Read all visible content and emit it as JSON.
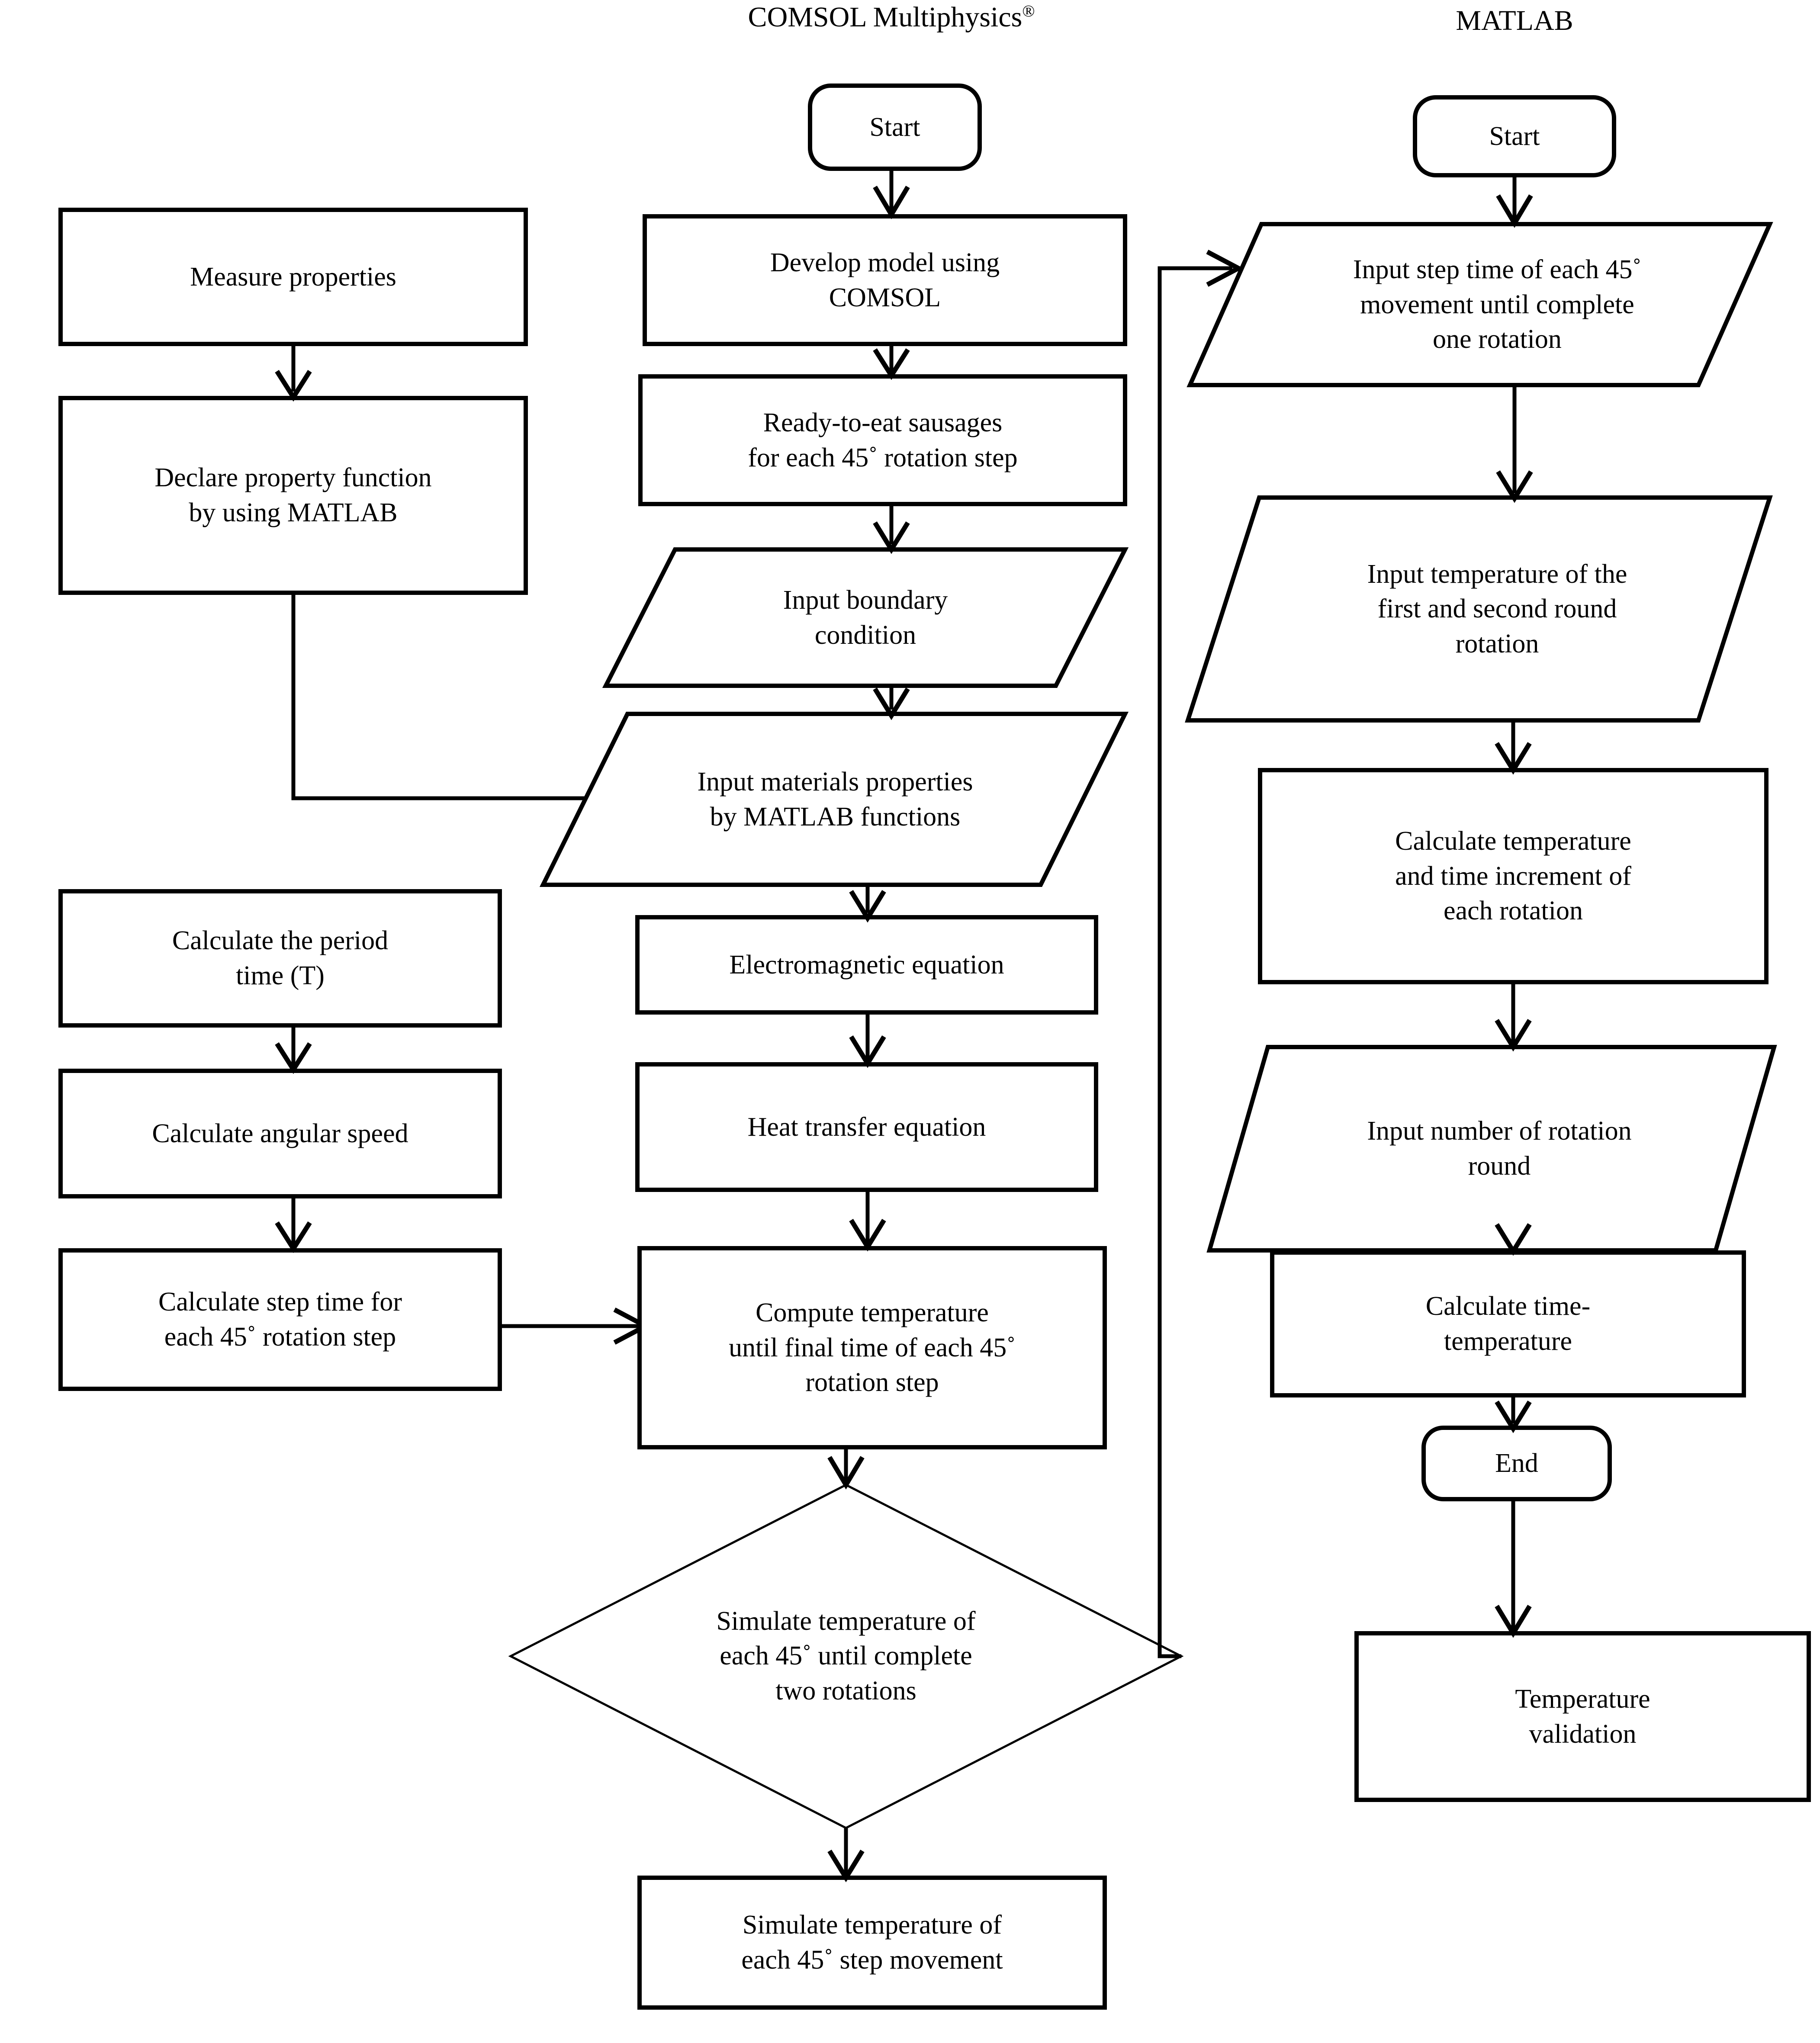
{
  "diagram": {
    "type": "flowchart",
    "columns": [
      {
        "id": "matlab-left",
        "header": ""
      },
      {
        "id": "comsol",
        "header": "COMSOL Multiphysics"
      },
      {
        "id": "matlab-right",
        "header": "MATLAB"
      }
    ],
    "headers": {
      "comsol": "COMSOL Multiphysics",
      "comsol_sup": "®",
      "matlab": "MATLAB"
    },
    "nodes": {
      "measure_properties": {
        "label": "Measure properties",
        "shape": "process"
      },
      "declare_property_function": {
        "label": "Declare property function\nby using MATLAB",
        "shape": "process"
      },
      "calculate_period_time": {
        "label": "Calculate the period\ntime (T)",
        "shape": "process"
      },
      "calculate_angular_speed": {
        "label": "Calculate angular speed",
        "shape": "process"
      },
      "calculate_step_time": {
        "label": "Calculate step time for\neach 45˚ rotation step",
        "shape": "process"
      },
      "comsol_start": {
        "label": "Start",
        "shape": "terminator"
      },
      "develop_model": {
        "label": "Develop model using\nCOMSOL",
        "shape": "process"
      },
      "ready_to_eat": {
        "label": "Ready-to-eat sausages\nfor each 45˚ rotation step",
        "shape": "process"
      },
      "input_boundary": {
        "label": "Input boundary\ncondition",
        "shape": "io"
      },
      "input_materials": {
        "label": "Input materials properties\nby MATLAB functions",
        "shape": "io"
      },
      "electromagnetic_equation": {
        "label": "Electromagnetic equation",
        "shape": "process"
      },
      "heat_transfer_equation": {
        "label": "Heat transfer equation",
        "shape": "process"
      },
      "compute_temperature": {
        "label": "Compute temperature\nuntil final time of each 45˚\nrotation step",
        "shape": "process"
      },
      "simulate_two_rotations": {
        "label": "Simulate temperature of\neach 45˚ until complete\ntwo rotations",
        "shape": "decision"
      },
      "simulate_step_movement": {
        "label": "Simulate temperature of\neach 45˚ step movement",
        "shape": "process"
      },
      "matlab_start": {
        "label": "Start",
        "shape": "terminator"
      },
      "input_step_time": {
        "label": "Input step time of each 45˚\nmovement until complete\none rotation",
        "shape": "io"
      },
      "input_temperature_rounds": {
        "label": "Input temperature of the\nfirst and second round\nrotation",
        "shape": "io"
      },
      "calculate_temp_time_increment": {
        "label": "Calculate temperature\nand time increment of\neach rotation",
        "shape": "process"
      },
      "input_number_rotation": {
        "label": "Input number of rotation\nround",
        "shape": "io"
      },
      "calculate_time_temperature": {
        "label": "Calculate time-\ntemperature",
        "shape": "process"
      },
      "matlab_end": {
        "label": "End",
        "shape": "terminator"
      },
      "temperature_validation": {
        "label": "Temperature\nvalidation",
        "shape": "process"
      }
    },
    "edges": [
      {
        "from": "measure_properties",
        "to": "declare_property_function"
      },
      {
        "from": "declare_property_function",
        "to": "input_materials"
      },
      {
        "from": "calculate_period_time",
        "to": "calculate_angular_speed"
      },
      {
        "from": "calculate_angular_speed",
        "to": "calculate_step_time"
      },
      {
        "from": "calculate_step_time",
        "to": "compute_temperature"
      },
      {
        "from": "comsol_start",
        "to": "develop_model"
      },
      {
        "from": "develop_model",
        "to": "ready_to_eat"
      },
      {
        "from": "ready_to_eat",
        "to": "input_boundary"
      },
      {
        "from": "input_boundary",
        "to": "input_materials"
      },
      {
        "from": "input_materials",
        "to": "electromagnetic_equation"
      },
      {
        "from": "electromagnetic_equation",
        "to": "heat_transfer_equation"
      },
      {
        "from": "heat_transfer_equation",
        "to": "compute_temperature"
      },
      {
        "from": "compute_temperature",
        "to": "simulate_two_rotations"
      },
      {
        "from": "simulate_two_rotations",
        "to": "simulate_step_movement"
      },
      {
        "from": "simulate_two_rotations",
        "to": "input_step_time"
      },
      {
        "from": "matlab_start",
        "to": "input_step_time"
      },
      {
        "from": "input_step_time",
        "to": "input_temperature_rounds"
      },
      {
        "from": "input_temperature_rounds",
        "to": "calculate_temp_time_increment"
      },
      {
        "from": "calculate_temp_time_increment",
        "to": "input_number_rotation"
      },
      {
        "from": "input_number_rotation",
        "to": "calculate_time_temperature"
      },
      {
        "from": "calculate_time_temperature",
        "to": "matlab_end"
      },
      {
        "from": "matlab_end",
        "to": "temperature_validation"
      }
    ],
    "colors": {
      "stroke": "#000000",
      "fill": "#ffffff",
      "text": "#000000"
    }
  }
}
